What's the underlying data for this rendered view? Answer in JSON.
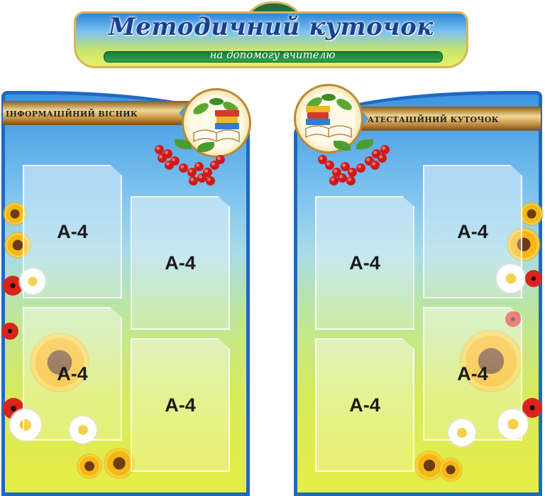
{
  "header": {
    "title": "Методичний куточок",
    "subtitle": "на допомогу вчителю"
  },
  "left_board": {
    "ribbon_label": "ІНФОРМАЦІЙНИЙ ВІСНИК",
    "pockets": [
      {
        "label": "А-4"
      },
      {
        "label": "А-4"
      },
      {
        "label": "А-4"
      },
      {
        "label": "А-4"
      }
    ]
  },
  "right_board": {
    "ribbon_label": "АТЕСТАЦІЙНИЙ КУТОЧОК",
    "pockets": [
      {
        "label": "А-4"
      },
      {
        "label": "А-4"
      },
      {
        "label": "А-4"
      },
      {
        "label": "А-4"
      }
    ]
  },
  "colors": {
    "board_border": "#1f69c2",
    "title_text": "#1b3f8f",
    "gold_trim": "#d9b45a"
  },
  "icons": [
    "book-stack-icon",
    "open-book-icon",
    "rowan-berries-icon",
    "sunflower-icon",
    "daisy-icon",
    "poppy-icon"
  ]
}
